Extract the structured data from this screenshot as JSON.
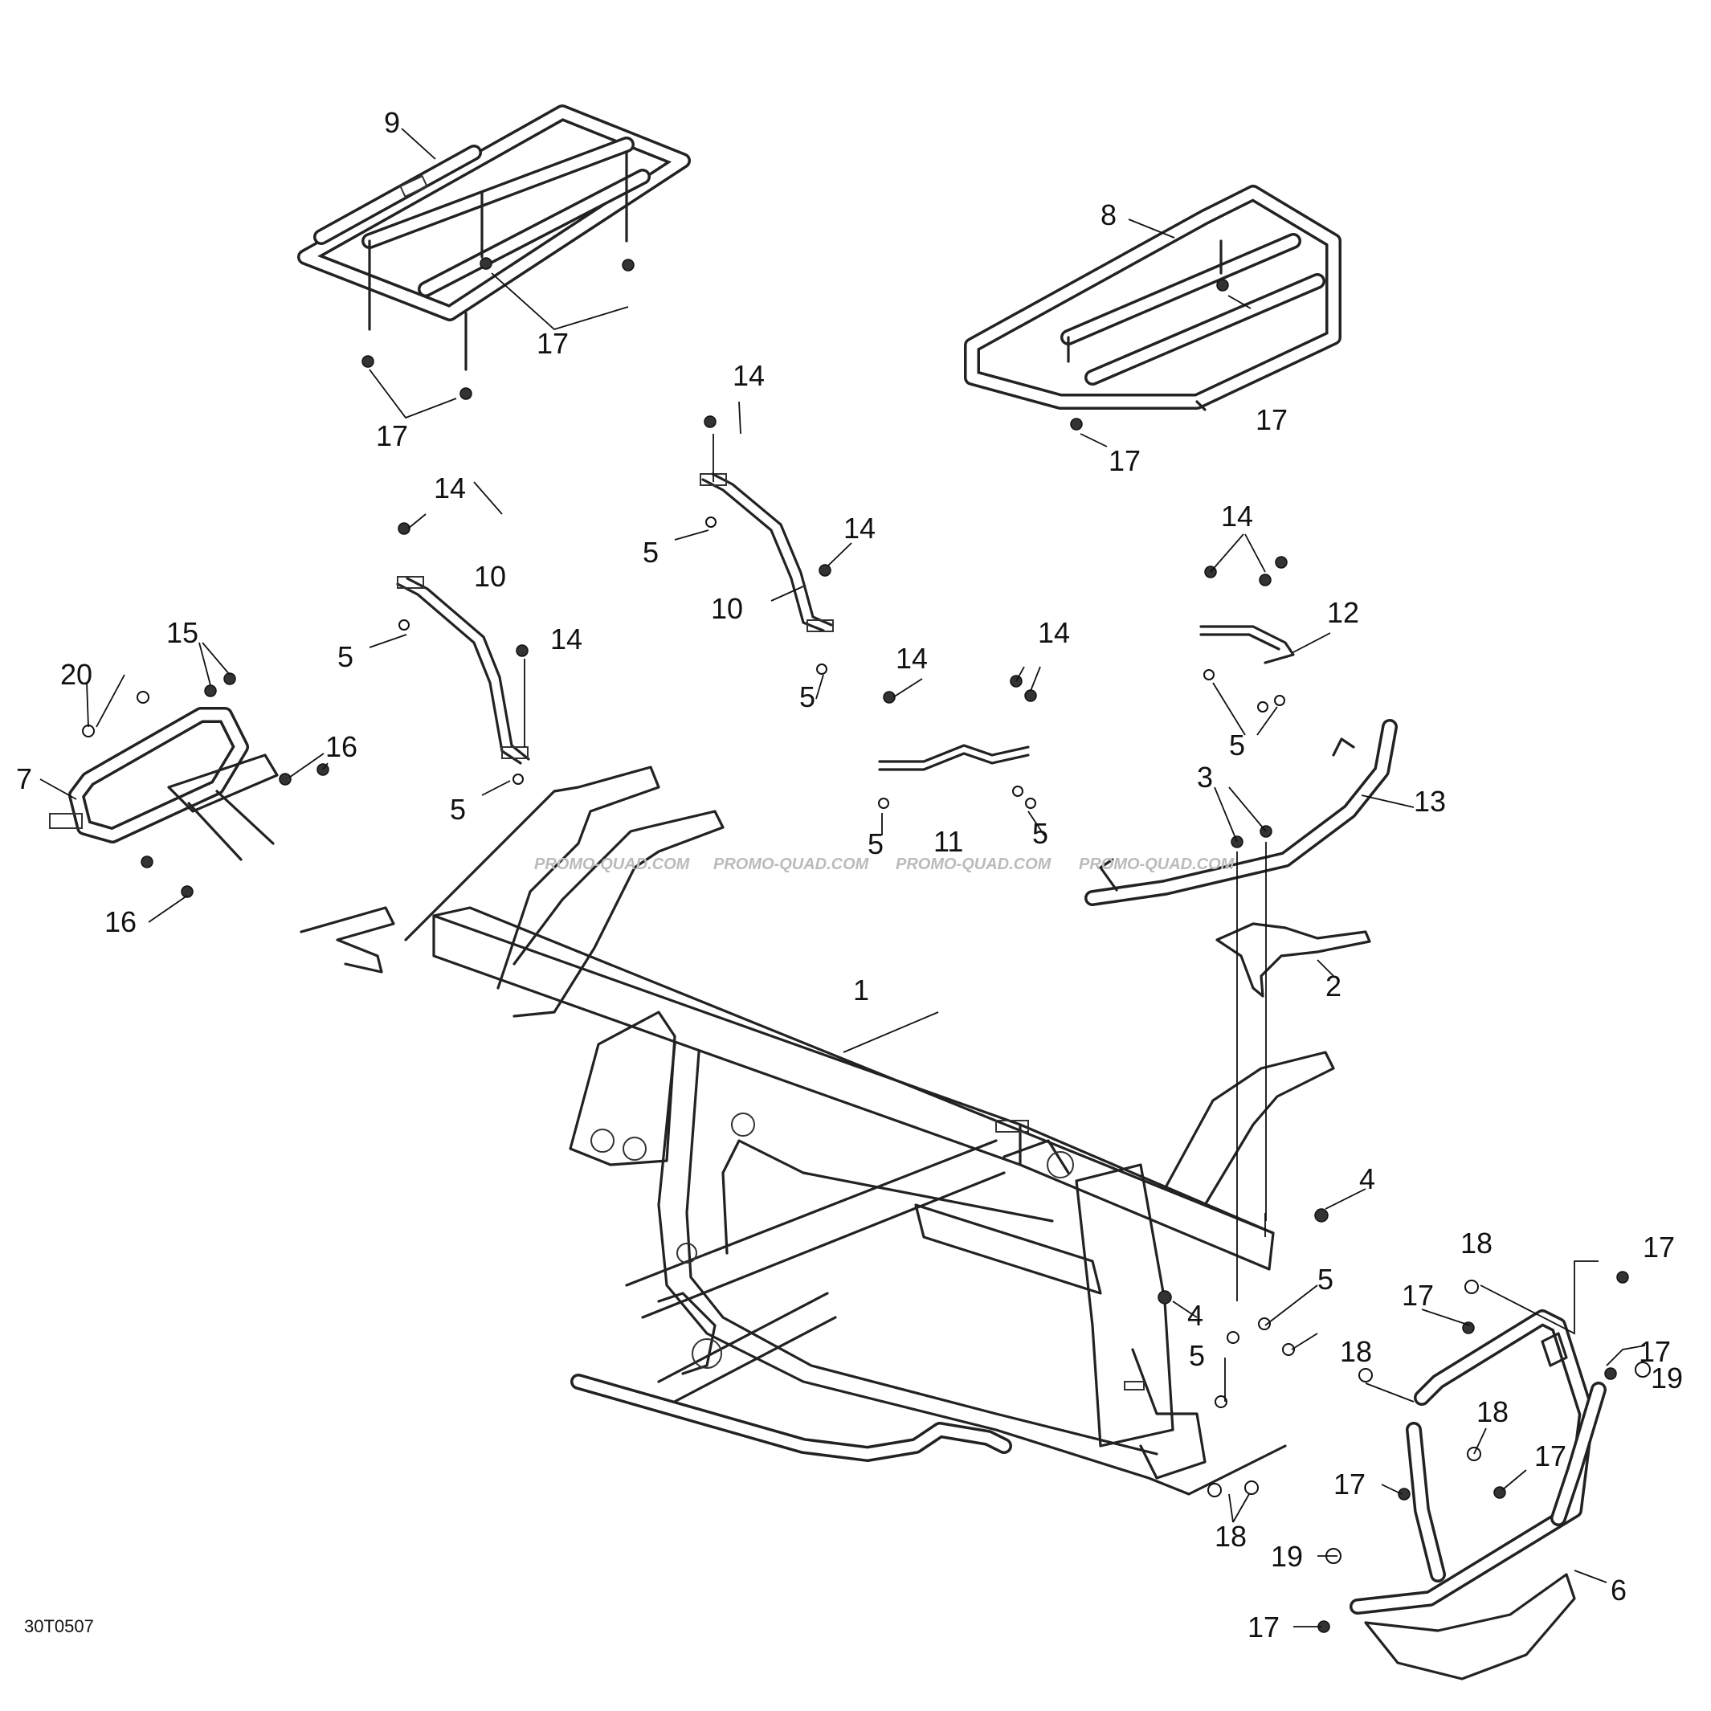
{
  "figure_code": "30T0507",
  "watermark": "PROMO-QUAD.COM",
  "callouts": [
    "1",
    "2",
    "3",
    "4",
    "5",
    "6",
    "7",
    "8",
    "9",
    "10",
    "11",
    "12",
    "13",
    "14",
    "15",
    "16",
    "17",
    "18",
    "19",
    "20"
  ]
}
